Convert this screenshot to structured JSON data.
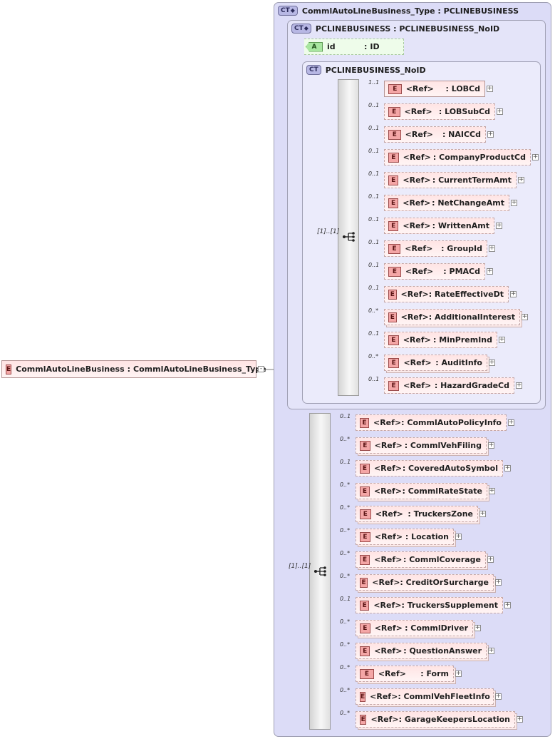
{
  "diagram": {
    "root": {
      "badge": "E",
      "name": "CommlAutoLineBusiness",
      "sep": ":",
      "type": "CommlAutoLineBusiness_Type",
      "expander": "-"
    },
    "outer_type": {
      "badge": "CT",
      "label": "CommlAutoLineBusiness_Type : PCLINEBUSINESS"
    },
    "inner_type": {
      "badge": "CT",
      "label": "PCLINEBUSINESS : PCLINEBUSINESS_NoID"
    },
    "attribute": {
      "badge": "A",
      "name": "id",
      "sep": ":",
      "type": "ID"
    },
    "noid_type": {
      "badge": "CT",
      "label": "PCLINEBUSINESS_NoID"
    },
    "inner_sequence": {
      "cardinality": "[1]..[1]",
      "elements": [
        {
          "card": "1..1",
          "badge": "E",
          "ref": "<Ref>",
          "name": ": LOBCd",
          "expander": "+"
        },
        {
          "card": "0..1",
          "badge": "E",
          "ref": "<Ref>",
          "name": ": LOBSubCd",
          "expander": "+"
        },
        {
          "card": "0..1",
          "badge": "E",
          "ref": "<Ref>",
          "name": ": NAICCd",
          "expander": "+"
        },
        {
          "card": "0..1",
          "badge": "E",
          "ref": "<Ref>",
          "name": ": CompanyProductCd",
          "expander": "+"
        },
        {
          "card": "0..1",
          "badge": "E",
          "ref": "<Ref>",
          "name": ": CurrentTermAmt",
          "expander": "+"
        },
        {
          "card": "0..1",
          "badge": "E",
          "ref": "<Ref>",
          "name": ": NetChangeAmt",
          "expander": "+"
        },
        {
          "card": "0..1",
          "badge": "E",
          "ref": "<Ref>",
          "name": ": WrittenAmt",
          "expander": "+"
        },
        {
          "card": "0..1",
          "badge": "E",
          "ref": "<Ref>",
          "name": ": GroupId",
          "expander": "+"
        },
        {
          "card": "0..1",
          "badge": "E",
          "ref": "<Ref>",
          "name": ": PMACd",
          "expander": "+"
        },
        {
          "card": "0..1",
          "badge": "E",
          "ref": "<Ref>",
          "name": ": RateEffectiveDt",
          "expander": "+"
        },
        {
          "card": "0..*",
          "badge": "E",
          "ref": "<Ref>",
          "name": ": AdditionalInterest",
          "expander": "+"
        },
        {
          "card": "0..1",
          "badge": "E",
          "ref": "<Ref>",
          "name": ": MinPremInd",
          "expander": "+"
        },
        {
          "card": "0..*",
          "badge": "E",
          "ref": "<Ref>",
          "name": ": AuditInfo",
          "expander": "+"
        },
        {
          "card": "0..1",
          "badge": "E",
          "ref": "<Ref>",
          "name": ": HazardGradeCd",
          "expander": "+"
        }
      ]
    },
    "outer_sequence": {
      "cardinality": "[1]..[1]",
      "elements": [
        {
          "card": "0..1",
          "badge": "E",
          "ref": "<Ref>",
          "name": ": CommlAutoPolicyInfo",
          "expander": "+"
        },
        {
          "card": "0..*",
          "badge": "E",
          "ref": "<Ref>",
          "name": ": CommlVehFiling",
          "expander": "+"
        },
        {
          "card": "0..1",
          "badge": "E",
          "ref": "<Ref>",
          "name": ": CoveredAutoSymbol",
          "expander": "+"
        },
        {
          "card": "0..*",
          "badge": "E",
          "ref": "<Ref>",
          "name": ": CommlRateState",
          "expander": "+"
        },
        {
          "card": "0..*",
          "badge": "E",
          "ref": "<Ref>",
          "name": ": TruckersZone",
          "expander": "+"
        },
        {
          "card": "0..*",
          "badge": "E",
          "ref": "<Ref>",
          "name": ": Location",
          "expander": "+"
        },
        {
          "card": "0..*",
          "badge": "E",
          "ref": "<Ref>",
          "name": ": CommlCoverage",
          "expander": "+"
        },
        {
          "card": "0..*",
          "badge": "E",
          "ref": "<Ref>",
          "name": ": CreditOrSurcharge",
          "expander": "+"
        },
        {
          "card": "0..1",
          "badge": "E",
          "ref": "<Ref>",
          "name": ": TruckersSupplement",
          "expander": "+"
        },
        {
          "card": "0..*",
          "badge": "E",
          "ref": "<Ref>",
          "name": ": CommlDriver",
          "expander": "+"
        },
        {
          "card": "0..*",
          "badge": "E",
          "ref": "<Ref>",
          "name": ": QuestionAnswer",
          "expander": "+"
        },
        {
          "card": "0..*",
          "badge": "E",
          "ref": "<Ref>",
          "name": ": Form",
          "expander": "+"
        },
        {
          "card": "0..*",
          "badge": "E",
          "ref": "<Ref>",
          "name": ": CommlVehFleetInfo",
          "expander": "+"
        },
        {
          "card": "0..*",
          "badge": "E",
          "ref": "<Ref>",
          "name": ": GarageKeepersLocation",
          "expander": "+"
        }
      ]
    }
  }
}
